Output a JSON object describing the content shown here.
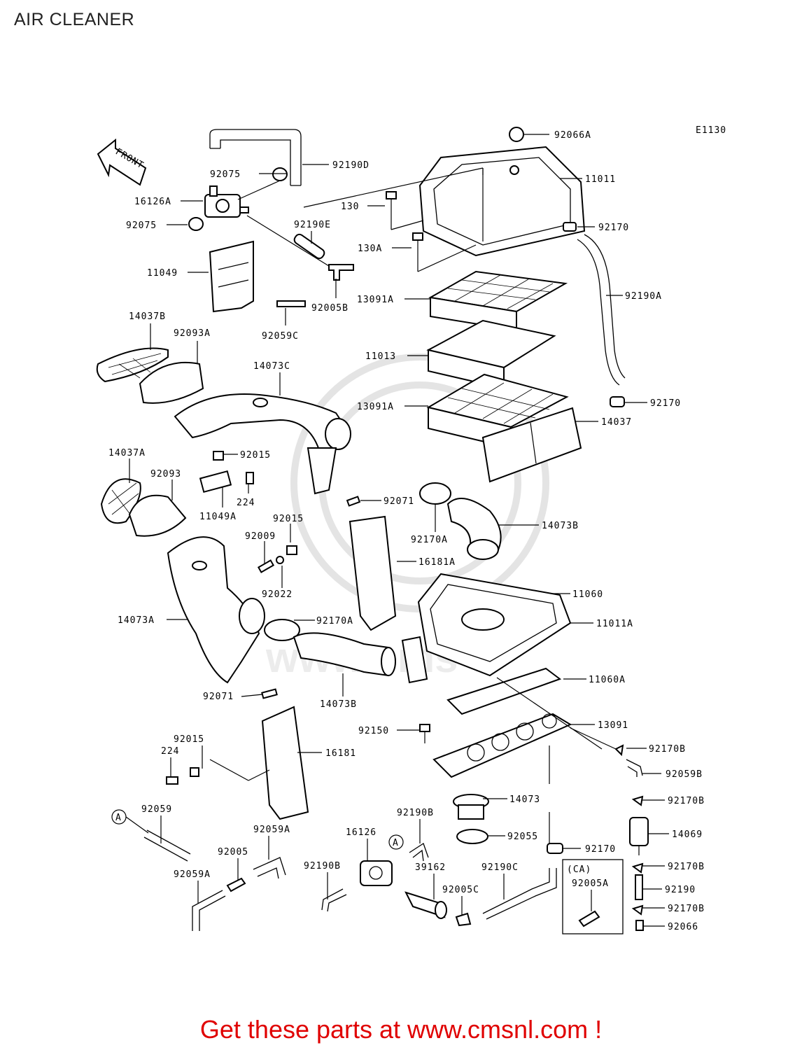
{
  "page": {
    "title": "AIR CLEANER"
  },
  "diagram": {
    "code": "E1130",
    "front_label": "FRONT",
    "variant_label": "(CA)",
    "ref_marker": "A",
    "parts": [
      {
        "id": "p92066A",
        "label": "92066A"
      },
      {
        "id": "p92190D",
        "label": "92190D"
      },
      {
        "id": "p92075a",
        "label": "92075"
      },
      {
        "id": "p16126A",
        "label": "16126A"
      },
      {
        "id": "p92075b",
        "label": "92075"
      },
      {
        "id": "p11011",
        "label": "11011"
      },
      {
        "id": "p130",
        "label": "130"
      },
      {
        "id": "p92170a",
        "label": "92170"
      },
      {
        "id": "p92190E",
        "label": "92190E"
      },
      {
        "id": "p130A",
        "label": "130A"
      },
      {
        "id": "p11049",
        "label": "11049"
      },
      {
        "id": "p92005B",
        "label": "92005B"
      },
      {
        "id": "p13091Aa",
        "label": "13091A"
      },
      {
        "id": "p92190A",
        "label": "92190A"
      },
      {
        "id": "p92059C",
        "label": "92059C"
      },
      {
        "id": "p14037B",
        "label": "14037B"
      },
      {
        "id": "p92093A",
        "label": "92093A"
      },
      {
        "id": "p11013",
        "label": "11013"
      },
      {
        "id": "p14073C",
        "label": "14073C"
      },
      {
        "id": "p13091Ab",
        "label": "13091A"
      },
      {
        "id": "p92170b",
        "label": "92170"
      },
      {
        "id": "p14037",
        "label": "14037"
      },
      {
        "id": "p14037A",
        "label": "14037A"
      },
      {
        "id": "p92015a",
        "label": "92015"
      },
      {
        "id": "p92093",
        "label": "92093"
      },
      {
        "id": "p224a",
        "label": "224"
      },
      {
        "id": "p92071a",
        "label": "92071"
      },
      {
        "id": "p11049A",
        "label": "11049A"
      },
      {
        "id": "p92015b",
        "label": "92015"
      },
      {
        "id": "p92170Aa",
        "label": "92170A"
      },
      {
        "id": "p14073Ba",
        "label": "14073B"
      },
      {
        "id": "p92009",
        "label": "92009"
      },
      {
        "id": "p16181A",
        "label": "16181A"
      },
      {
        "id": "p92022",
        "label": "92022"
      },
      {
        "id": "p11060",
        "label": "11060"
      },
      {
        "id": "p14073A",
        "label": "14073A"
      },
      {
        "id": "p92170Ab",
        "label": "92170A"
      },
      {
        "id": "p11011A",
        "label": "11011A"
      },
      {
        "id": "p11060A",
        "label": "11060A"
      },
      {
        "id": "p92071b",
        "label": "92071"
      },
      {
        "id": "p14073Bb",
        "label": "14073B"
      },
      {
        "id": "p92150",
        "label": "92150"
      },
      {
        "id": "p13091",
        "label": "13091"
      },
      {
        "id": "p92015c",
        "label": "92015"
      },
      {
        "id": "p16181",
        "label": "16181"
      },
      {
        "id": "p224b",
        "label": "224"
      },
      {
        "id": "p92170Ba",
        "label": "92170B"
      },
      {
        "id": "p92059B",
        "label": "92059B"
      },
      {
        "id": "p14073",
        "label": "14073"
      },
      {
        "id": "p92170Bb",
        "label": "92170B"
      },
      {
        "id": "p92059",
        "label": "92059"
      },
      {
        "id": "p92190Ba",
        "label": "92190B"
      },
      {
        "id": "p14069",
        "label": "14069"
      },
      {
        "id": "p92055",
        "label": "92055"
      },
      {
        "id": "p92059A",
        "label": "92059A"
      },
      {
        "id": "p16126",
        "label": "16126"
      },
      {
        "id": "p92170c",
        "label": "92170"
      },
      {
        "id": "p92005",
        "label": "92005"
      },
      {
        "id": "p92190Bb",
        "label": "92190B"
      },
      {
        "id": "p39162",
        "label": "39162"
      },
      {
        "id": "p92190C",
        "label": "92190C"
      },
      {
        "id": "p92170Bc",
        "label": "92170B"
      },
      {
        "id": "p92005A",
        "label": "92005A"
      },
      {
        "id": "p92059Ab",
        "label": "92059A"
      },
      {
        "id": "p92005C",
        "label": "92005C"
      },
      {
        "id": "p92190",
        "label": "92190"
      },
      {
        "id": "p92170Bd",
        "label": "92170B"
      },
      {
        "id": "p92066",
        "label": "92066"
      }
    ]
  },
  "promo": {
    "text": "Get these parts at www.cmsnl.com !"
  }
}
